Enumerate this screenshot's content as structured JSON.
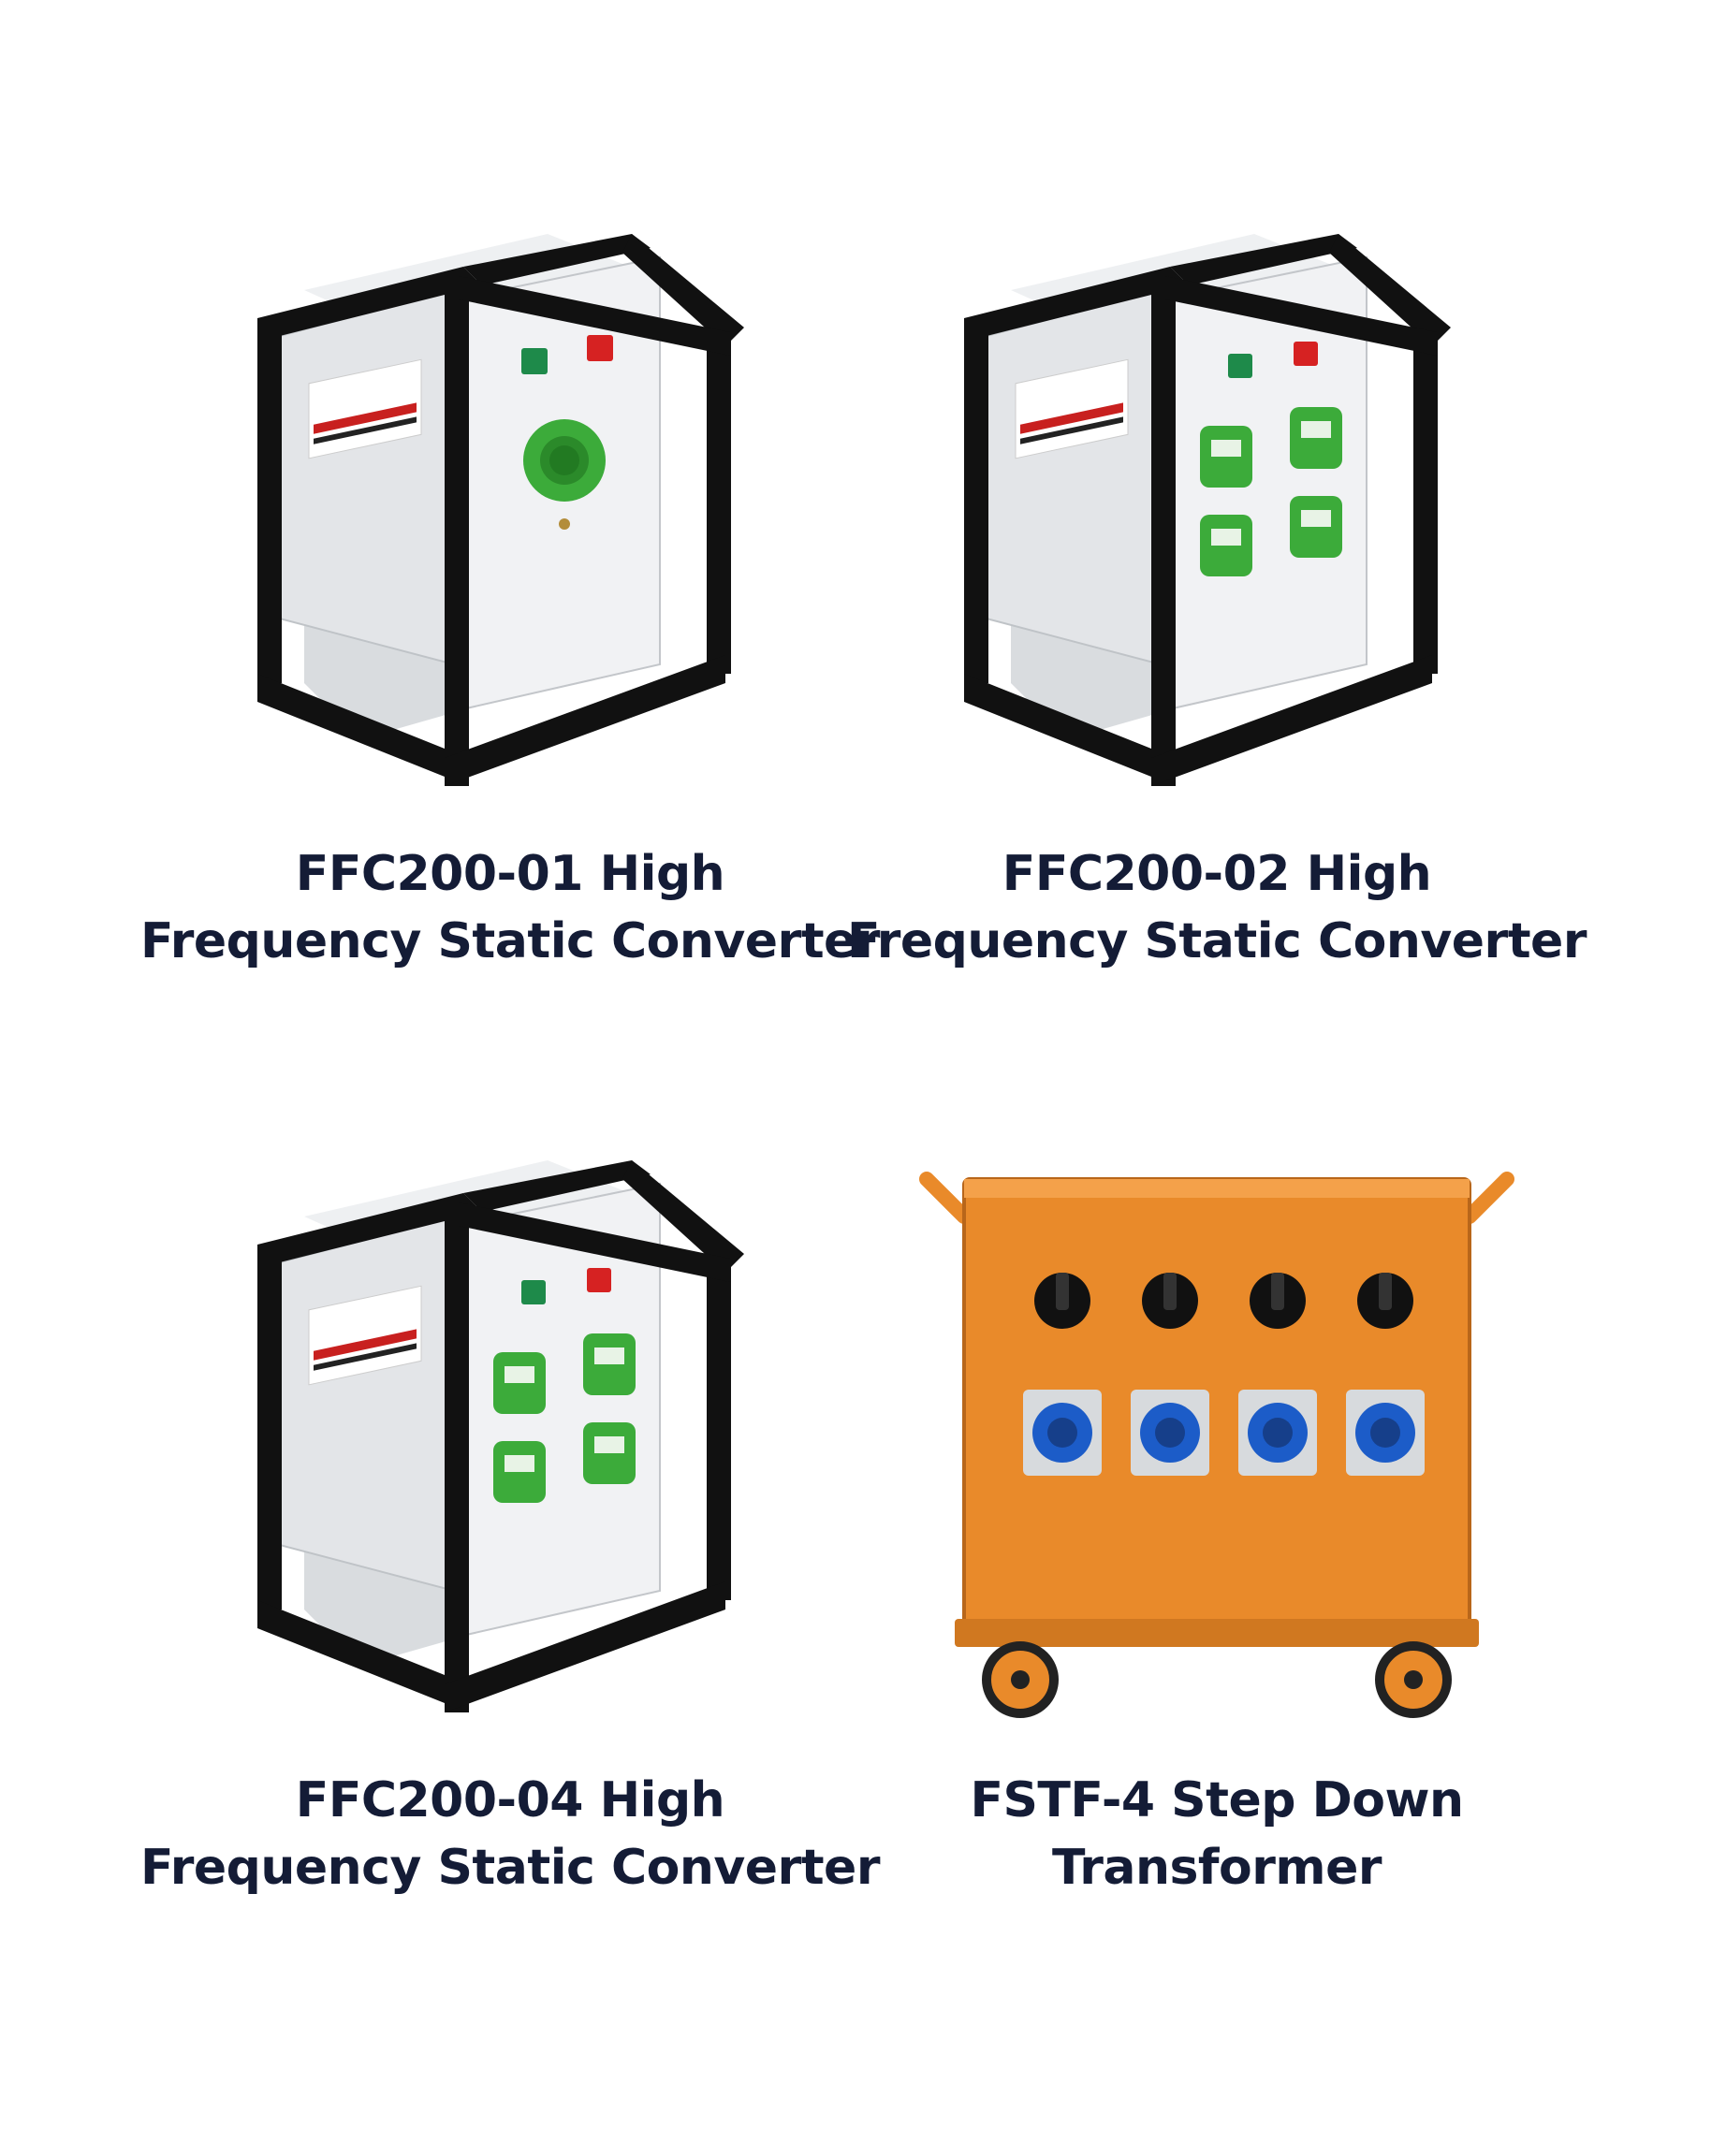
{
  "products": [
    {
      "title_line1": "FFC200-01 High",
      "title_line2": "Frequency Static Converter",
      "socket_color": "#3cab3a",
      "socket_count": 1
    },
    {
      "title_line1": "FFC200-02 High",
      "title_line2": "Frequency Static Converter",
      "socket_color": "#3cab3a",
      "socket_count": 4
    },
    {
      "title_line1": "FFC200-04 High",
      "title_line2": "Frequency Static Converter",
      "socket_color": "#3cab3a",
      "socket_count": 4
    },
    {
      "title_line1": "FSTF-4 Step Down",
      "title_line2": "Transformer",
      "socket_color": "#1c5cc8",
      "socket_count": 4,
      "body_color": "#e98a2a"
    }
  ],
  "colors": {
    "frame": "#111111",
    "panel": "#e4e6e8",
    "switch_green": "#1e8a4a",
    "switch_red": "#d62222",
    "title_text": "#141c36"
  }
}
